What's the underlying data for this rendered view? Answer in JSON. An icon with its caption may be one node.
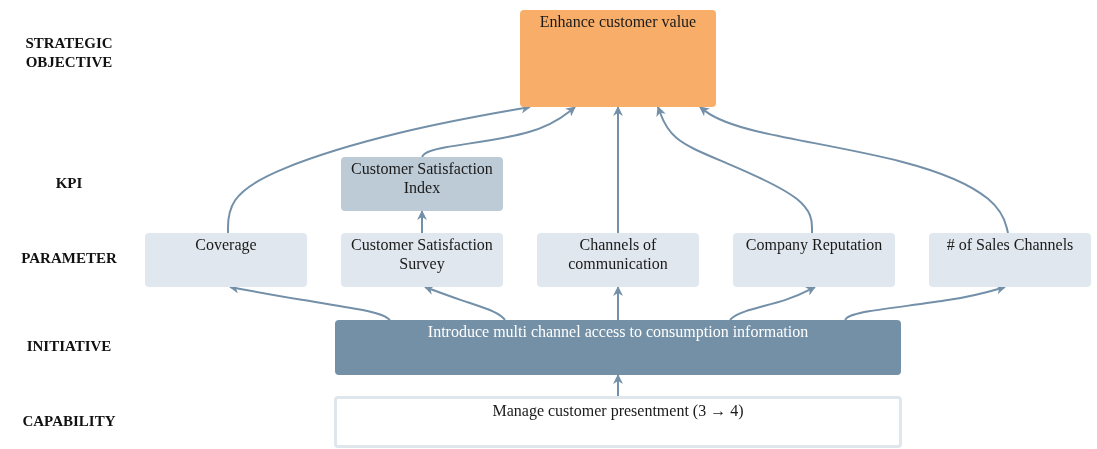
{
  "diagram": {
    "nodes": [
      {
        "text": [
          "Enhance customer value"
        ]
      },
      {
        "text": [
          "Customer Satisfaction Index"
        ]
      },
      {
        "text": [
          "Coverage"
        ]
      },
      {
        "text": [
          "Customer Satisfaction Survey"
        ]
      },
      {
        "text": [
          "Channels of communication"
        ]
      },
      {
        "text": [
          "Company Reputation"
        ]
      },
      {
        "text": [
          "# of Sales Channels"
        ]
      },
      {
        "text": [
          "Introduce multi channel access to consumption information"
        ]
      },
      {
        "text": [
          "Manage customer presentment (3 → 4)"
        ]
      }
    ],
    "edges": [
      {
        "from": 8,
        "to": 7,
        "arrow": "to"
      },
      {
        "from": 7,
        "to": 2,
        "arrow": "to"
      },
      {
        "from": 7,
        "to": 3,
        "arrow": "to"
      },
      {
        "from": 7,
        "to": 4,
        "arrow": "to"
      },
      {
        "from": 7,
        "to": 5,
        "arrow": "to"
      },
      {
        "from": 7,
        "to": 6,
        "arrow": "to"
      },
      {
        "from": 3,
        "to": 1,
        "arrow": "to"
      },
      {
        "from": 2,
        "to": 0,
        "arrow": "to"
      },
      {
        "from": 1,
        "to": 0,
        "arrow": "to"
      },
      {
        "from": 4,
        "to": 0,
        "arrow": "to"
      },
      {
        "from": 5,
        "to": 0,
        "arrow": "to"
      },
      {
        "from": 6,
        "to": 0,
        "arrow": "to"
      }
    ],
    "labels": [
      "STRATEGIC OBJECTIVE",
      "KPI",
      "PARAMETER",
      "INITIATIVE",
      "CAPABILITY"
    ]
  }
}
